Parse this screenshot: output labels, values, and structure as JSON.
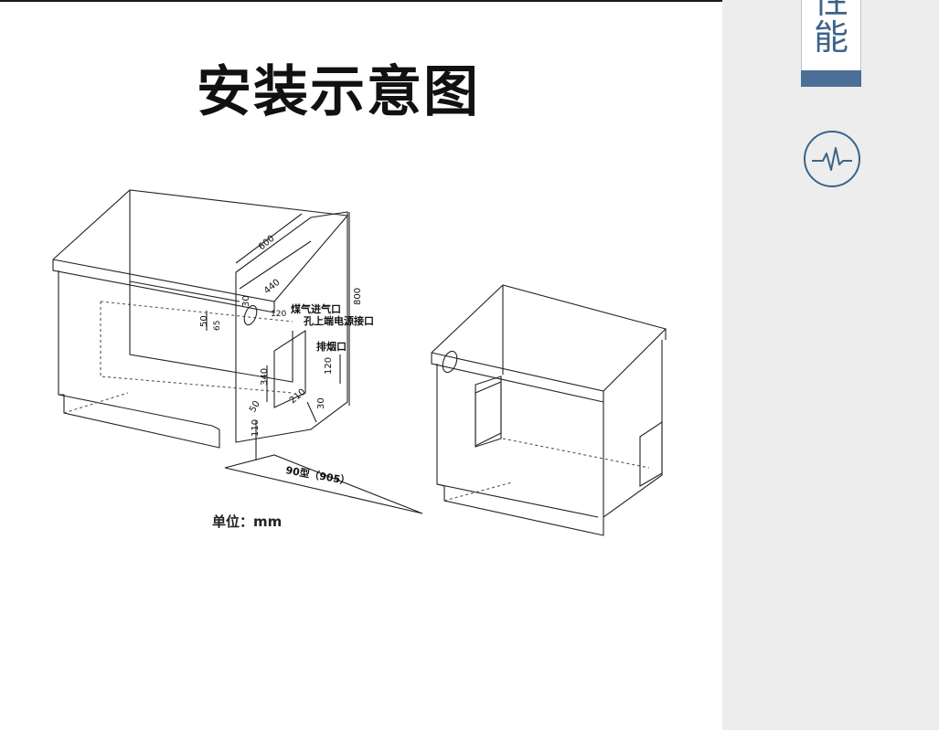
{
  "title": "安装示意图",
  "unit_label": "单位：mm",
  "dimensions": {
    "d600": "600",
    "d440": "440",
    "d800": "800",
    "d30": "30",
    "d120": "120",
    "d50": "50",
    "d65": "65",
    "d340": "340",
    "d120b": "120",
    "d210": "210",
    "d30b": "30",
    "d50b": "50",
    "d110": "110",
    "model": "90型（905）"
  },
  "labels": {
    "gas_inlet": "煤气进气口",
    "power_port": "孔上端电源接口",
    "exhaust": "排烟口"
  },
  "sidebar": {
    "tab_chars": [
      "性",
      "能"
    ],
    "icon": "heartbeat-icon"
  },
  "colors": {
    "accent": "#4b6f96",
    "icon_stroke": "#3c6389",
    "sidebar_bg": "#ededed"
  }
}
